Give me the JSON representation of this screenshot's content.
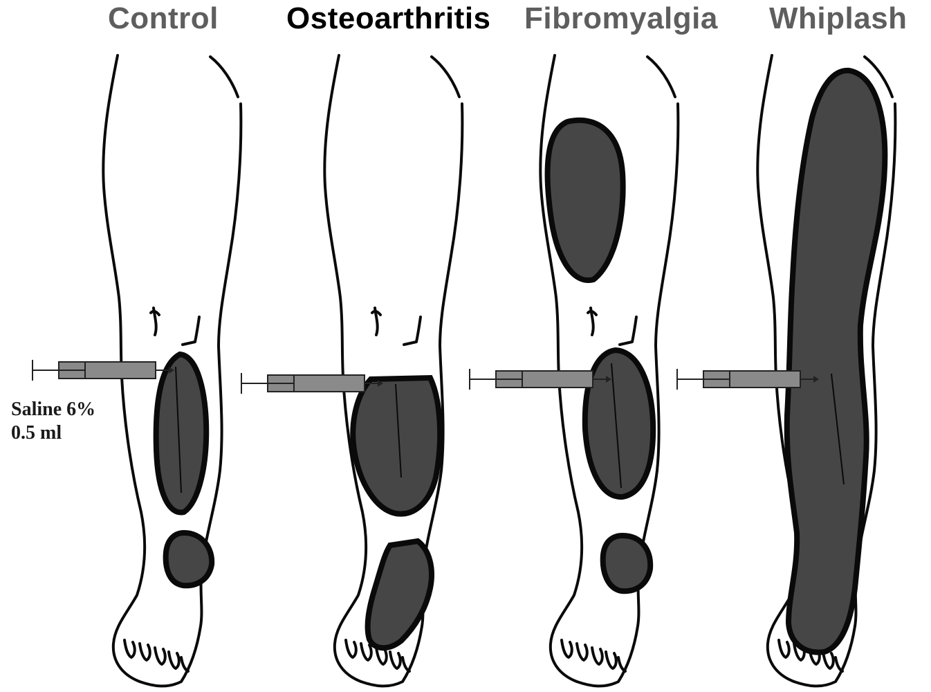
{
  "panels": [
    {
      "title": "Control",
      "title_color": "#5e5e5e",
      "pain_areas": [
        "calf",
        "ankle"
      ]
    },
    {
      "title": "Osteoarthritis",
      "title_color": "#000000",
      "pain_areas": [
        "calf",
        "ankle-foot"
      ]
    },
    {
      "title": "Fibromyalgia",
      "title_color": "#5e5e5e",
      "pain_areas": [
        "thigh",
        "calf",
        "ankle"
      ]
    },
    {
      "title": "Whiplash",
      "title_color": "#5e5e5e",
      "pain_areas": [
        "whole-leg"
      ]
    }
  ],
  "injection": {
    "line1": "Saline 6%",
    "line2": "0.5 ml"
  },
  "colors": {
    "pain_fill": "#464646",
    "outline": "#0a0a0a",
    "syringe_fill": "#8a8a8a"
  }
}
